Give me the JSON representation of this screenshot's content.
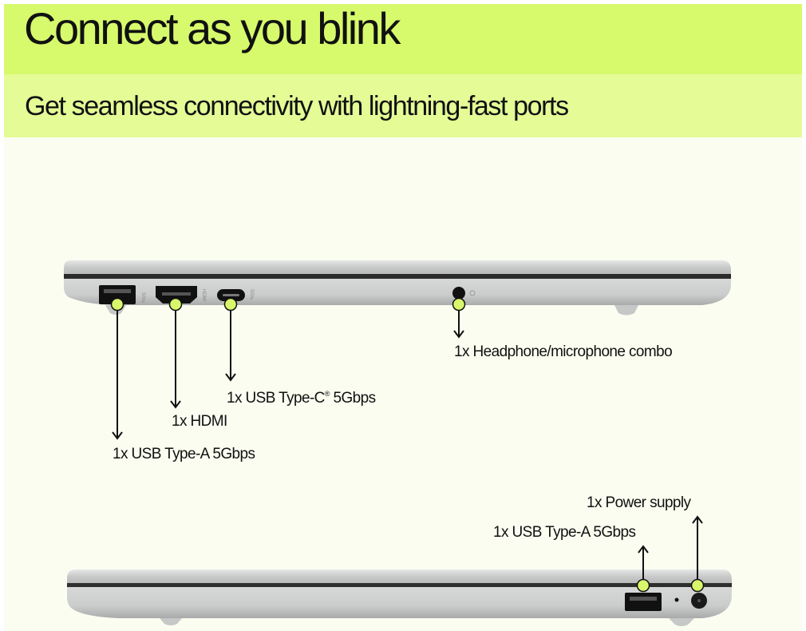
{
  "header": {
    "title": "Connect as you blink",
    "subtitle": "Get seamless connectivity with lightning-fast ports"
  },
  "colors": {
    "title_band": "#d6fa6c",
    "subtitle_band": "#e4fb96",
    "background": "#fbfdf0",
    "marker": "#d9f76a",
    "laptop_body": "#cfd0d0",
    "port": "#111111"
  },
  "left_side_view": {
    "ports": [
      {
        "icon": "usb-a-port-icon",
        "label_prefix": "1x USB Type-A",
        "label_suffix": " 5Gbps",
        "etching": "SS⇆"
      },
      {
        "icon": "hdmi-port-icon",
        "label_prefix": "1x HDMI",
        "label_suffix": "",
        "etching": "HDMI"
      },
      {
        "icon": "usb-c-port-icon",
        "label_prefix": "1x USB Type-C",
        "label_sup": "®",
        "label_suffix": " 5Gbps",
        "etching": "SS⇆"
      },
      {
        "icon": "audio-jack-icon",
        "label_prefix": "1x Headphone/microphone combo",
        "label_suffix": ""
      }
    ]
  },
  "right_side_view": {
    "ports": [
      {
        "icon": "usb-a-port-icon",
        "label_prefix": "1x USB Type-A",
        "label_suffix": " 5Gbps"
      },
      {
        "icon": "power-port-icon",
        "label_prefix": "1x Power supply",
        "label_suffix": ""
      }
    ]
  }
}
